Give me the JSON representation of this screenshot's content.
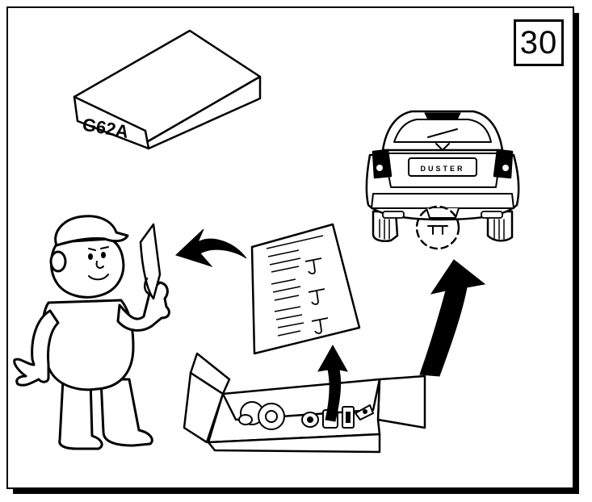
{
  "page": {
    "step_number": "30"
  },
  "kit_box": {
    "label": "G62A"
  },
  "car": {
    "plate_text": "DUSTER"
  },
  "colors": {
    "ink": "#000000",
    "paper": "#ffffff"
  },
  "icons": [
    "technician-figure",
    "instruction-sheet",
    "open-parts-box",
    "car-rear-view",
    "arrow-to-technician",
    "arrow-to-sheet",
    "arrow-to-car"
  ]
}
